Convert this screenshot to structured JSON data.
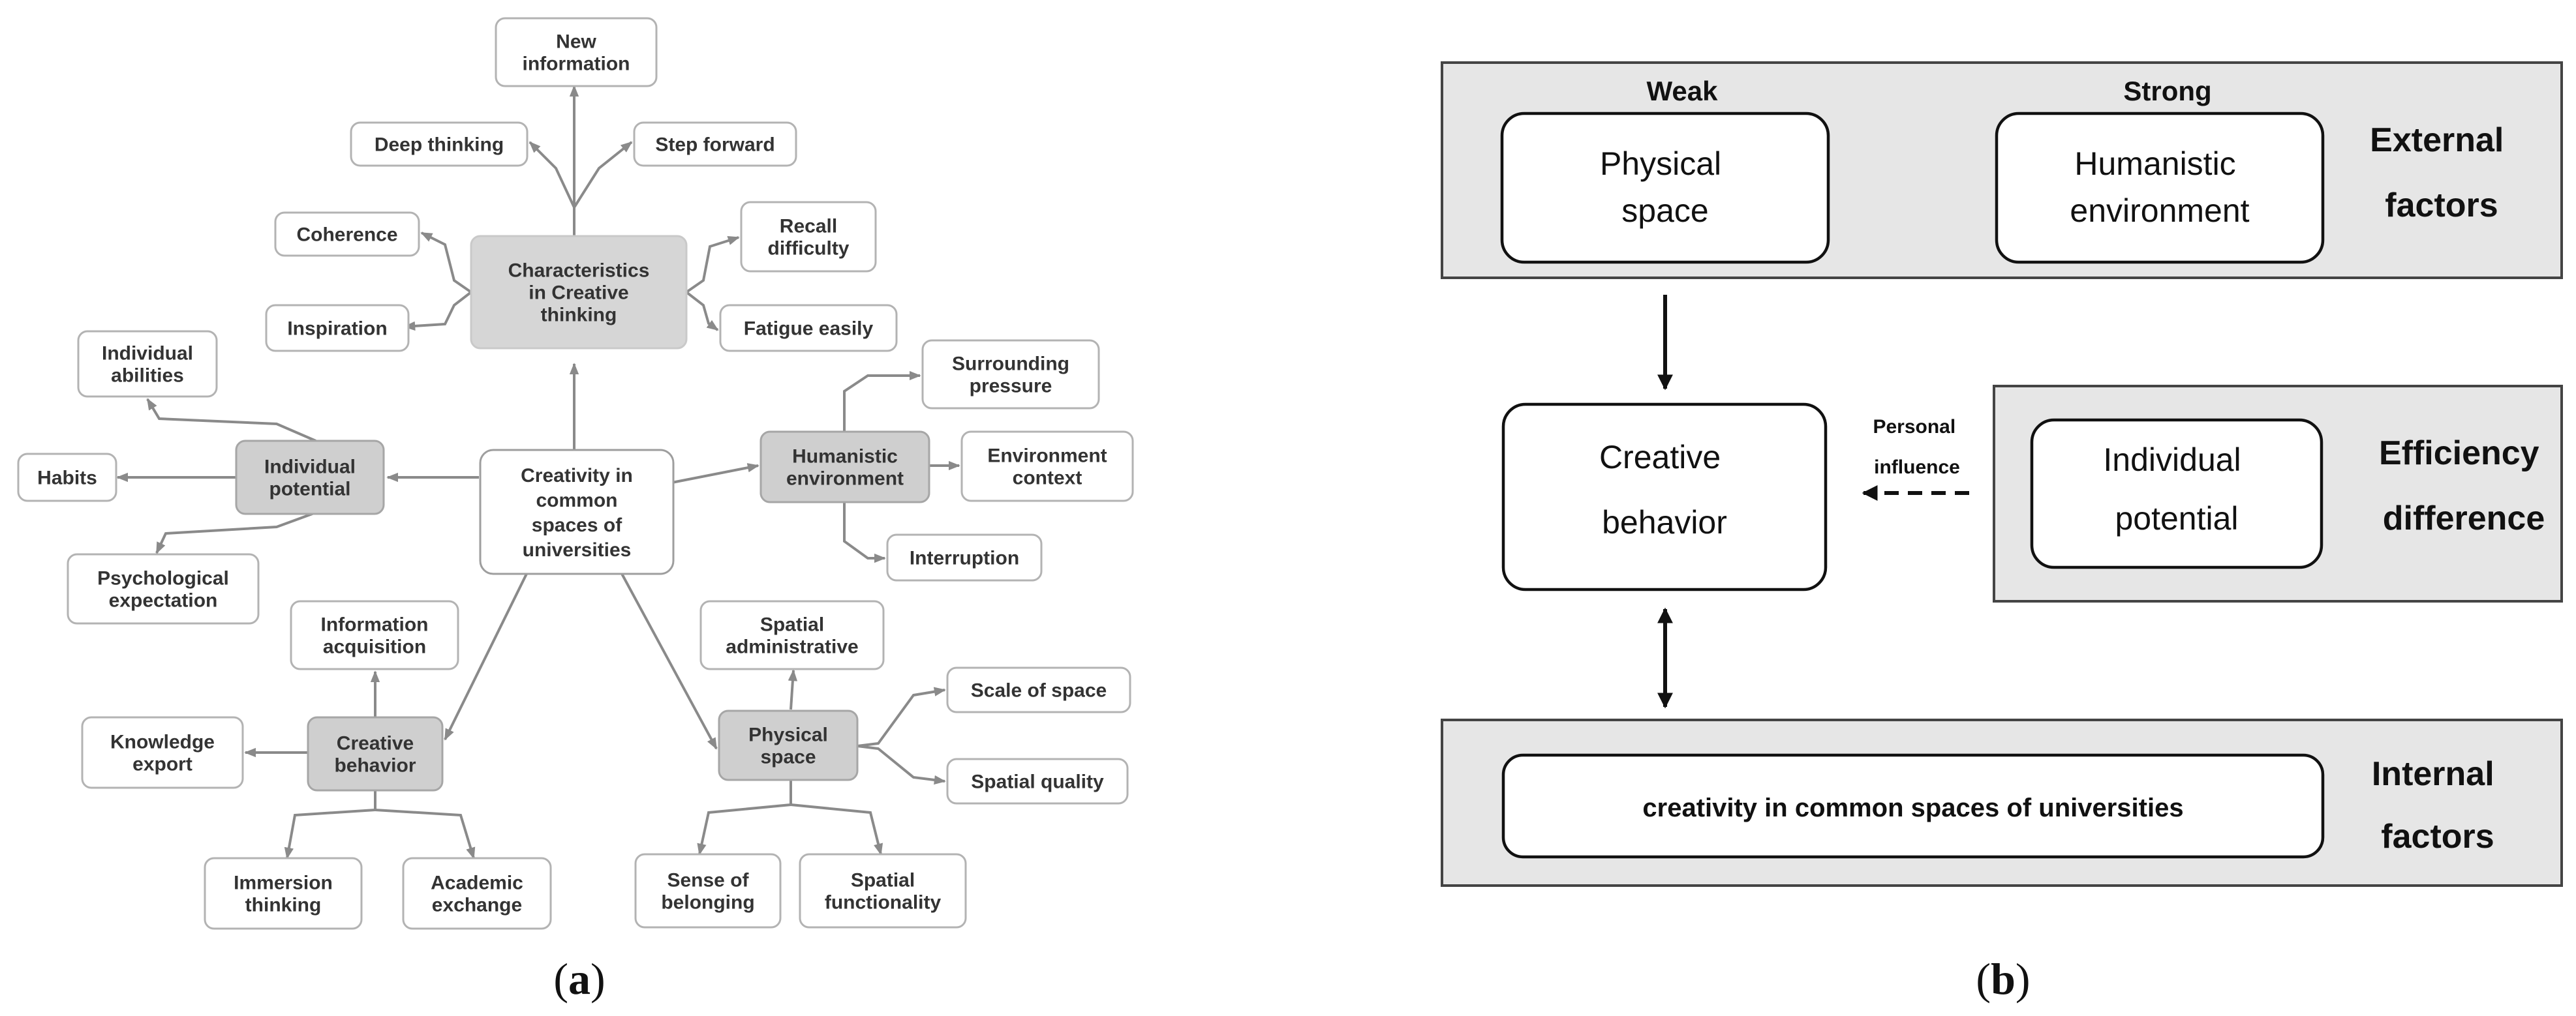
{
  "panel_a": {
    "caption": {
      "open": "(",
      "letter": "a",
      "close": ")"
    },
    "center": [
      "Creativity in",
      "common",
      "spaces of",
      "universities"
    ],
    "characteristics": {
      "head": [
        "Characteristics",
        "in Creative",
        "thinking"
      ],
      "new_information": [
        "New",
        "information"
      ],
      "deep_thinking": [
        "Deep thinking"
      ],
      "step_forward": [
        "Step forward"
      ],
      "coherence": [
        "Coherence"
      ],
      "inspiration": [
        "Inspiration"
      ],
      "recall_difficulty": [
        "Recall",
        "difficulty"
      ],
      "fatigue_easily": [
        "Fatigue easily"
      ]
    },
    "individual": {
      "head": [
        "Individual",
        "potential"
      ],
      "abilities": [
        "Individual",
        "abilities"
      ],
      "habits": [
        "Habits"
      ],
      "psychological_expectation": [
        "Psychological",
        "expectation"
      ]
    },
    "humanistic": {
      "head": [
        "Humanistic",
        "environment"
      ],
      "surrounding_pressure": [
        "Surrounding",
        "pressure"
      ],
      "environment_context": [
        "Environment",
        "context"
      ],
      "interruption": [
        "Interruption"
      ]
    },
    "creative_behavior": {
      "head": [
        "Creative",
        "behavior"
      ],
      "information_acquisition": [
        "Information",
        "acquisition"
      ],
      "knowledge_export": [
        "Knowledge",
        "export"
      ],
      "immersion_thinking": [
        "Immersion",
        "thinking"
      ],
      "academic_exchange": [
        "Academic",
        "exchange"
      ]
    },
    "physical": {
      "head": [
        "Physical",
        "space"
      ],
      "spatial_administrative": [
        "Spatial",
        "administrative"
      ],
      "scale_of_space": [
        "Scale of space"
      ],
      "spatial_quality": [
        "Spatial quality"
      ],
      "sense_of_belonging": [
        "Sense of",
        "belonging"
      ],
      "spatial_functionality": [
        "Spatial",
        "functionality"
      ]
    }
  },
  "panel_b": {
    "caption": {
      "open": "(",
      "letter": "b",
      "close": ")"
    },
    "weak_label": "Weak",
    "strong_label": "Strong",
    "physical_space": [
      "Physical",
      "space"
    ],
    "humanistic_environment": [
      "Humanistic",
      "environment"
    ],
    "external_factors": [
      "External",
      "factors"
    ],
    "creative_behavior": [
      "Creative",
      "behavior"
    ],
    "personal_influence": [
      "Personal",
      "influence"
    ],
    "individual_potential": [
      "Individual",
      "potential"
    ],
    "efficiency_difference": [
      "Efficiency",
      "difference"
    ],
    "creativity_common_spaces": [
      "creativity in common spaces of universities"
    ],
    "internal_factors": [
      "Internal",
      "factors"
    ]
  }
}
